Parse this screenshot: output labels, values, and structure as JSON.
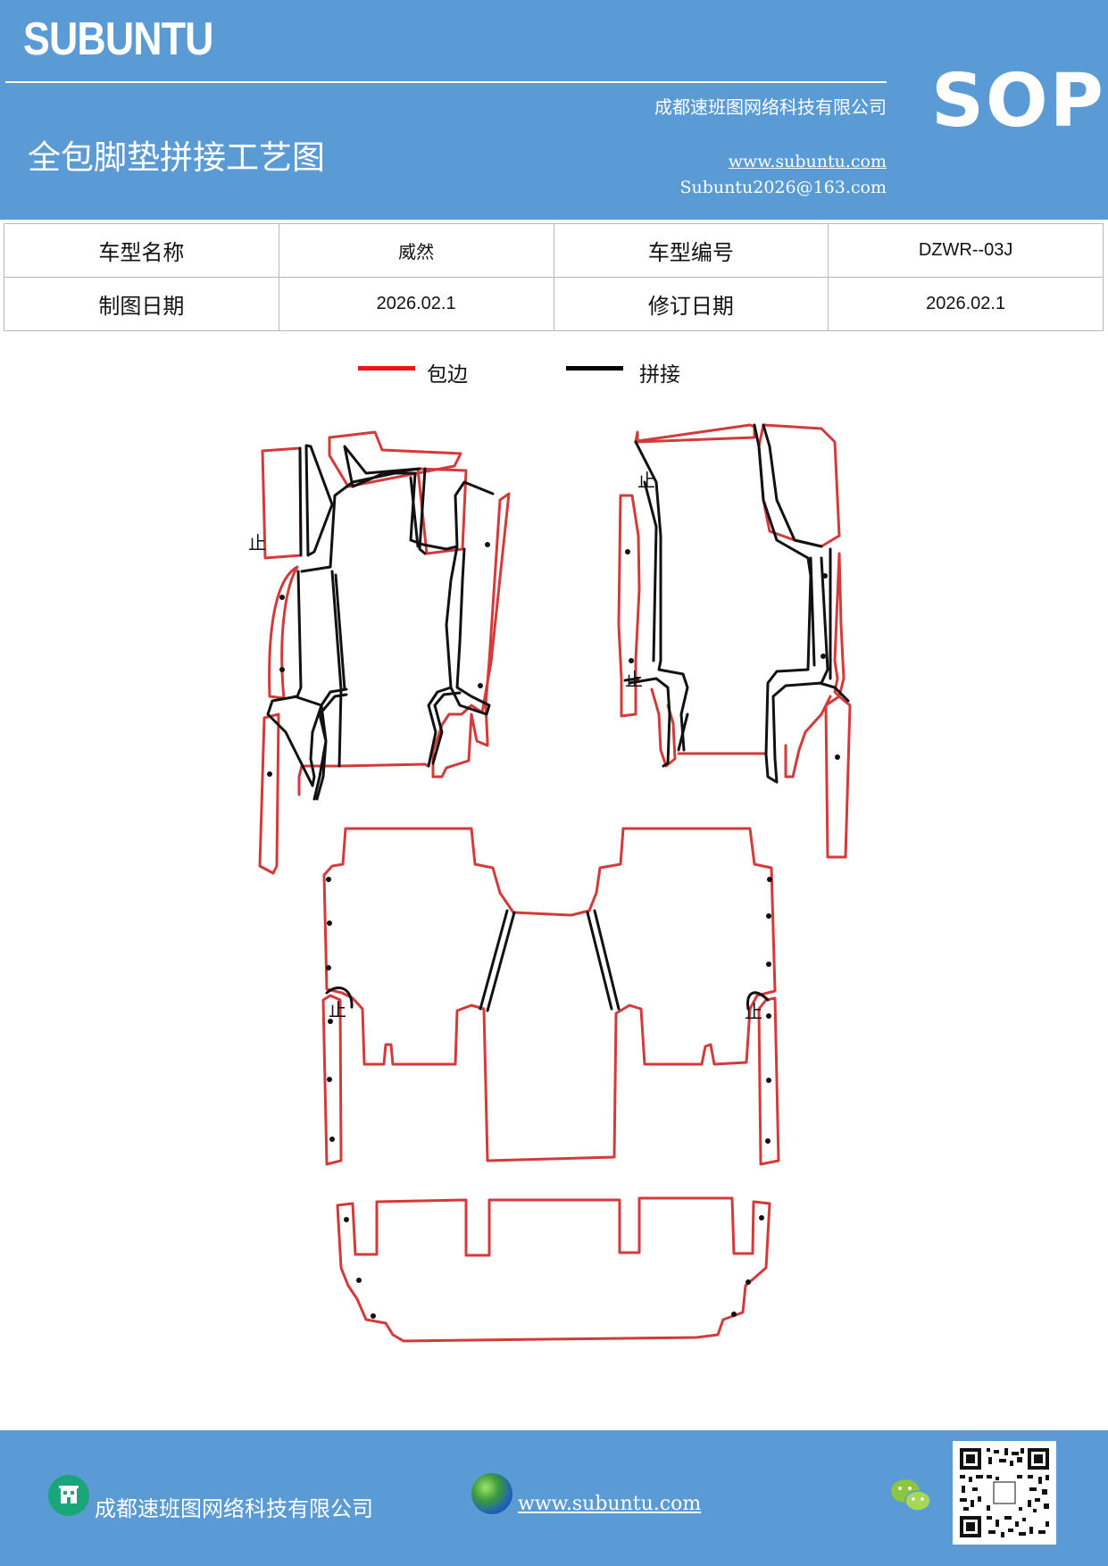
{
  "header": {
    "brand": "SUBUNTU",
    "company": "成都速班图网络科技有限公司",
    "title": "全包脚垫拼接工艺图",
    "website": "www.subuntu.com",
    "email": "Subuntu2026@163.com",
    "badge": "SOP"
  },
  "info_table": {
    "model_name_label": "车型名称",
    "model_name": "威然",
    "model_code_label": "车型编号",
    "model_code": "DZWR--03J",
    "drawing_date_label": "制图日期",
    "drawing_date": "2026.02.1",
    "revision_date_label": "修订日期",
    "revision_date": "2026.02.1"
  },
  "legend": {
    "edge_label": "包边",
    "splice_label": "拼接",
    "edge_color": "#e8151b",
    "splice_color": "#000000"
  },
  "diagram": {
    "marker": "止"
  },
  "footer": {
    "company": "成都速班图网络科技有限公司",
    "website": "www.subuntu.com"
  },
  "colors": {
    "header_bg": "#5b9bd5",
    "edge_line": "#d43a3a",
    "splice_line": "#111111"
  }
}
